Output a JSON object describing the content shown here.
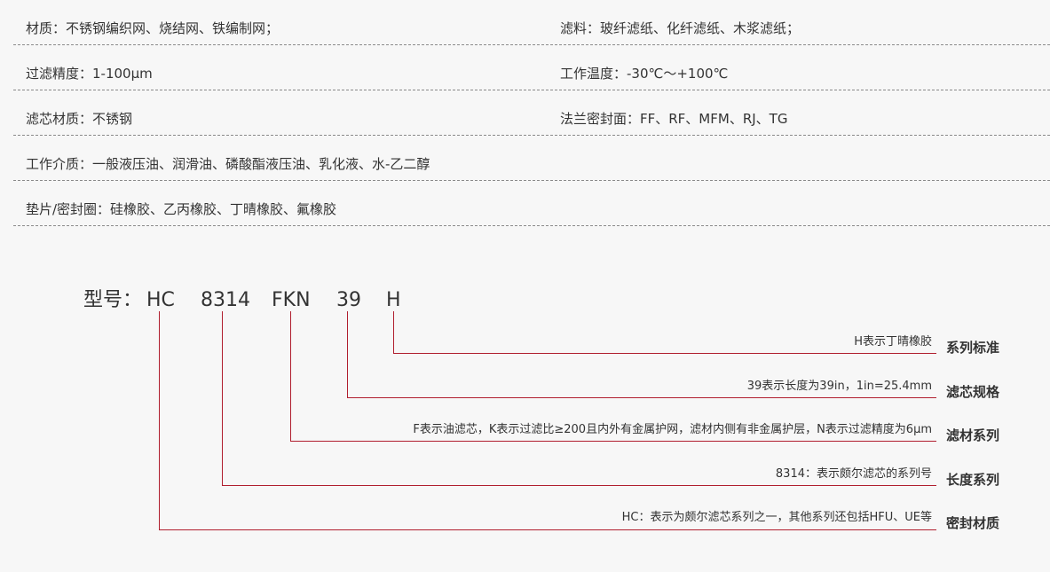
{
  "specs": [
    {
      "left": "材质：不锈钢编织网、烧结网、铁编制网；",
      "right": "滤料：玻纤滤纸、化纤滤纸、木浆滤纸；"
    },
    {
      "left": "过滤精度：1-100μm",
      "right": "工作温度：-30℃～+100℃"
    },
    {
      "left": "滤芯材质：不锈钢",
      "right": "法兰密封面：FF、RF、MFM、RJ、TG"
    },
    {
      "left": "工作介质：一般液压油、润滑油、磷酸酯液压油、乳化液、水-乙二醇",
      "right": ""
    },
    {
      "left": "垫片/密封圈：硅橡胶、乙丙橡胶、丁晴橡胶、氟橡胶",
      "right": ""
    }
  ],
  "model": {
    "label": "型号：",
    "codes": [
      "HC",
      "8314",
      "FKN",
      "39",
      "H"
    ],
    "rows": [
      {
        "desc": "H表示丁晴橡胶",
        "category": "系列标准"
      },
      {
        "desc": "39表示长度为39in，1in=25.4mm",
        "category": "滤芯规格"
      },
      {
        "desc": "F表示油滤芯，K表示过滤比≥200且内外有金属护网，滤材内侧有非金属护层，N表示过滤精度为6μm",
        "category": "滤材系列"
      },
      {
        "desc": "8314：表示颇尔滤芯的系列号",
        "category": "长度系列"
      },
      {
        "desc": "HC：表示为颇尔滤芯系列之一，其他系列还包括HFU、UE等",
        "category": "密封材质"
      }
    ]
  },
  "colors": {
    "accent_line": "#b01e2e",
    "text": "#333333",
    "divider": "#8a8a8a",
    "background": "#f7f7f7"
  }
}
